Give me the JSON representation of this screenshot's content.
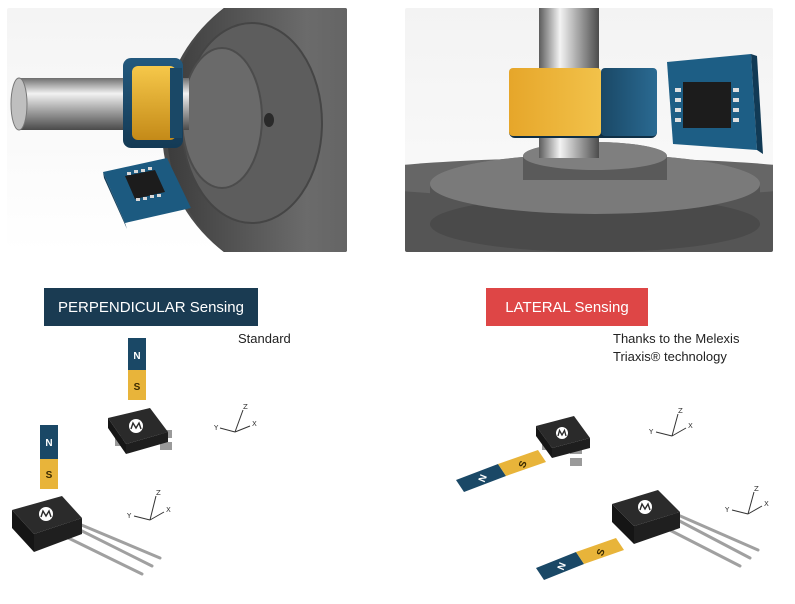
{
  "panels": {
    "perpendicular": {
      "title": "PERPENDICULAR Sensing",
      "note": "Standard",
      "title_bg": "#1a3b52"
    },
    "lateral": {
      "title": "LATERAL Sensing",
      "note_line1": "Thanks to the Melexis",
      "note_line2": "Triaxis® technology",
      "title_bg": "#de4646"
    }
  },
  "magnet": {
    "north": "N",
    "south": "S",
    "north_color": "#1a4866",
    "south_color": "#e8b43a"
  },
  "axes": {
    "x": "X",
    "y": "Y",
    "z": "Z"
  },
  "icons": [
    "chip-logo-icon",
    "axis-triad-icon",
    "magnet-icon",
    "ring-magnet-icon",
    "sensor-ic-icon"
  ]
}
